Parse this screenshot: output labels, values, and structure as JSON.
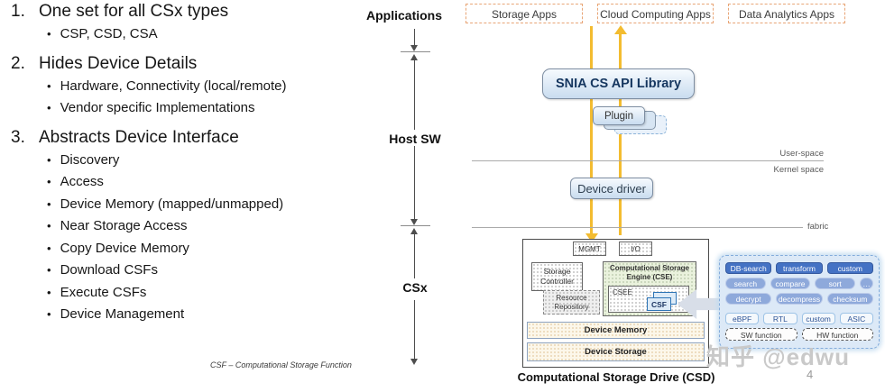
{
  "left_panel": {
    "items": [
      {
        "num": "1.",
        "title": "One set for all CSx types",
        "bullets": [
          "CSP, CSD, CSA"
        ]
      },
      {
        "num": "2.",
        "title": "Hides Device Details",
        "bullets": [
          "Hardware, Connectivity (local/remote)",
          "Vendor specific Implementations"
        ]
      },
      {
        "num": "3.",
        "title": "Abstracts Device Interface",
        "bullets": [
          "Discovery",
          "Access",
          "Device Memory (mapped/unmapped)",
          "Near Storage Access",
          "Copy Device Memory",
          "Download CSFs",
          "Execute CSFs",
          "Device Management"
        ]
      }
    ],
    "footnote": "CSF – Computational Storage Function"
  },
  "diagram": {
    "labels": {
      "applications": "Applications",
      "host_sw": "Host SW",
      "csx": "CSx",
      "user_space": "User-space",
      "kernel_space": "Kernel space",
      "fabric": "fabric"
    },
    "app_boxes": [
      "Storage Apps",
      "Cloud Computing Apps",
      "Data Analytics Apps"
    ],
    "api_library": "SNIA CS API Library",
    "plugin": "Plugin",
    "device_driver": "Device driver",
    "csd": {
      "mgmt": "MGMT",
      "io": "I/O",
      "storage_controller": "Storage Controller",
      "cse_label": "Computational Storage Engine (CSE)",
      "csee": "CSEE",
      "csf": "CSF",
      "resource_repository": "Resource Repository",
      "device_memory": "Device Memory",
      "device_storage": "Device Storage",
      "caption": "Computational Storage Drive (CSD)"
    },
    "functions_panel": {
      "row1": [
        "DB-search",
        "transform",
        "custom"
      ],
      "row2": [
        "search",
        "compare",
        "sort",
        "…"
      ],
      "row3": [
        "decrypt",
        "decompress",
        "checksum"
      ],
      "row4": [
        "eBPF",
        "RTL",
        "custom",
        "ASIC"
      ],
      "row5": [
        "SW function",
        "HW function"
      ]
    },
    "colors": {
      "accent_orange": "#E8A576",
      "arrow_yellow": "#F3BC30",
      "panel_blue_dark": "#4472C4",
      "panel_blue_mid": "#8EA9DB",
      "panel_bg": "#DCE9F7",
      "cse_green": "#EAF2DD",
      "csf_blue": "#DDEBF7"
    }
  },
  "watermark": {
    "text": "知乎 @edwu",
    "page": "4"
  }
}
